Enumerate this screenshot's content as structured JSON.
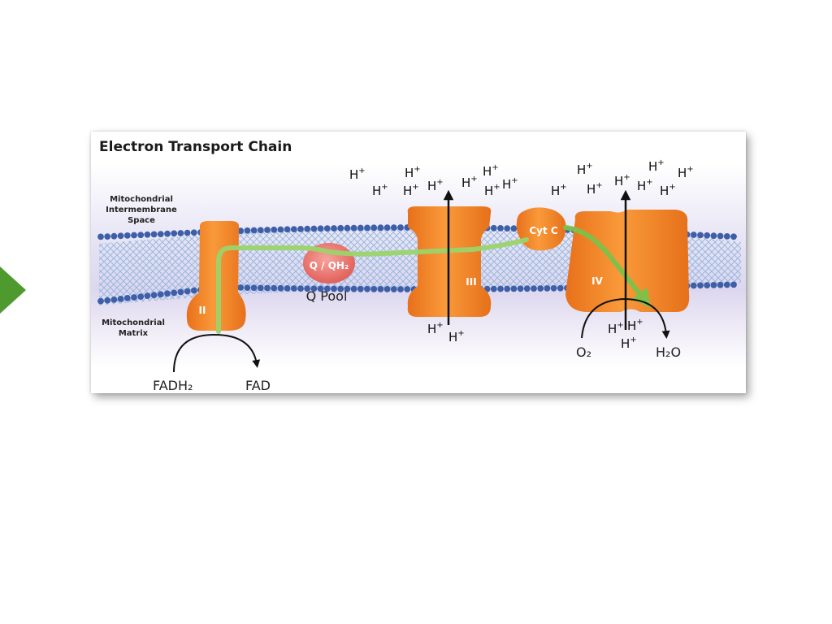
{
  "title": "Electron Transport Chain",
  "regions": {
    "intermembrane": [
      "Mitochondrial",
      "Intermembrane",
      "Space"
    ],
    "matrix": [
      "Mitochondrial",
      "Matrix"
    ]
  },
  "complexes": {
    "II": "II",
    "q_pool_inner": "Q / QH₂",
    "q_pool_caption": "Q Pool",
    "III": "III",
    "cyt_c": "Cyt C",
    "IV": "IV"
  },
  "reactions": {
    "fadh2": "FADH₂",
    "fad": "FAD",
    "o2": "O₂",
    "h2o": "H₂O"
  },
  "proton": {
    "base": "H",
    "charge": "+"
  },
  "colors": {
    "protein": "#f48a1f",
    "q_pool": "#e8706a",
    "electron_path": "#9bd36a",
    "lipid_head": "#3e5fa8",
    "slide_arrow": "#4e9a2f"
  }
}
